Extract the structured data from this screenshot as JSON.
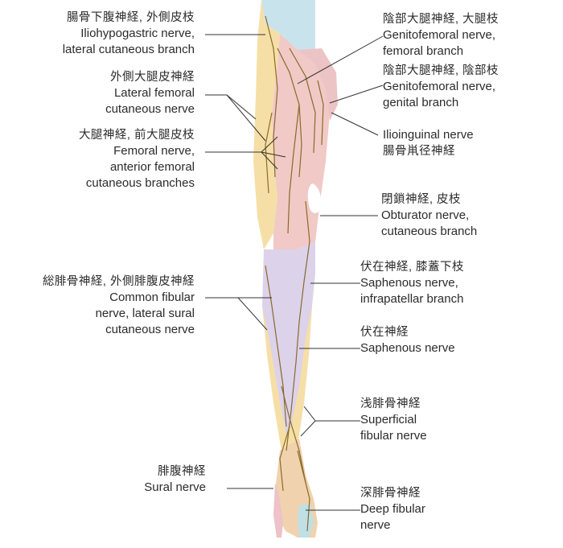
{
  "labels": {
    "iliohypogastric": {
      "jp": "腸骨下腹神経, 外側皮枝",
      "en1": "Iliohypogastric nerve,",
      "en2": "lateral cutaneous branch"
    },
    "lateral_femoral": {
      "jp": "外側大腿皮神経",
      "en1": "Lateral femoral",
      "en2": "cutaneous nerve"
    },
    "femoral": {
      "jp": "大腿神経, 前大腿皮枝",
      "en1": "Femoral nerve,",
      "en2": "anterior femoral",
      "en3": "cutaneous branches"
    },
    "common_fibular": {
      "jp": "総腓骨神経, 外側腓腹皮神経",
      "en1": "Common fibular",
      "en2": "nerve, lateral sural",
      "en3": "cutaneous nerve"
    },
    "sural": {
      "jp": "腓腹神経",
      "en1": "Sural nerve"
    },
    "genitofemoral_femoral": {
      "jp": "陰部大腿神経, 大腿枝",
      "en1": "Genitofemoral nerve,",
      "en2": "femoral branch"
    },
    "genitofemoral_genital": {
      "jp": "陰部大腿神経, 陰部枝",
      "en1": "Genitofemoral nerve,",
      "en2": "genital branch"
    },
    "ilioinguinal": {
      "en1": "Ilioinguinal nerve",
      "jp": "腸骨鼡径神経"
    },
    "obturator": {
      "jp": "閉鎖神経, 皮枝",
      "en1": "Obturator nerve,",
      "en2": "cutaneous branch"
    },
    "saphenous_infrapatellar": {
      "jp": "伏在神経, 膝蓋下枝",
      "en1": "Saphenous nerve,",
      "en2": "infrapatellar branch"
    },
    "saphenous": {
      "jp": "伏在神経",
      "en1": "Saphenous nerve"
    },
    "superficial_fibular": {
      "jp": "浅腓骨神経",
      "en1": "Superficial",
      "en2": "fibular nerve"
    },
    "deep_fibular": {
      "jp": "深腓骨神経",
      "en1": "Deep fibular",
      "en2": "nerve"
    }
  },
  "colors": {
    "yellow_zone": "#f6dfa6",
    "pink_zone": "#f1c9c6",
    "lavender_zone": "#dcd2ea",
    "blue_zone": "#c9e3ec",
    "nerve": "#8a6a2a",
    "leader_line": "#333333"
  }
}
